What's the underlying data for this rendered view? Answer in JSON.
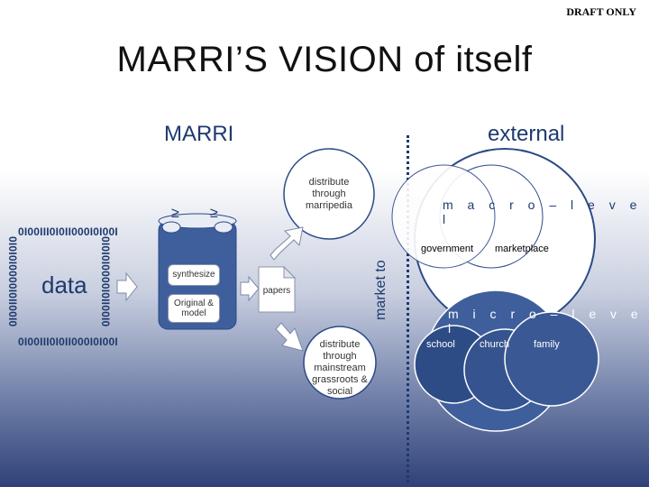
{
  "draft_label": "DRAFT ONLY",
  "title": "MARRI’S VISION of itself",
  "headers": {
    "left": "MARRI",
    "right": "external"
  },
  "data_block": {
    "bits_row": "0I00III0I0II000I0I00I",
    "bits_col": "0I0I0I0000I0II00I0",
    "label": "data"
  },
  "process": {
    "synthesize": "synthesize",
    "original_model": "Original & model",
    "glyph": "≥",
    "papers": "papers",
    "distribute_marripedia": "distribute through marripedia",
    "distribute_grassroots": "distribute through mainstream grassroots & social"
  },
  "market_to": "market to",
  "external": {
    "macro_level": "m a c r o – l e v e l",
    "government": "government",
    "marketplace": "marketplace",
    "micro_level": "m i c r o – l e v e l",
    "school": "school",
    "church": "church",
    "family": "family"
  }
}
